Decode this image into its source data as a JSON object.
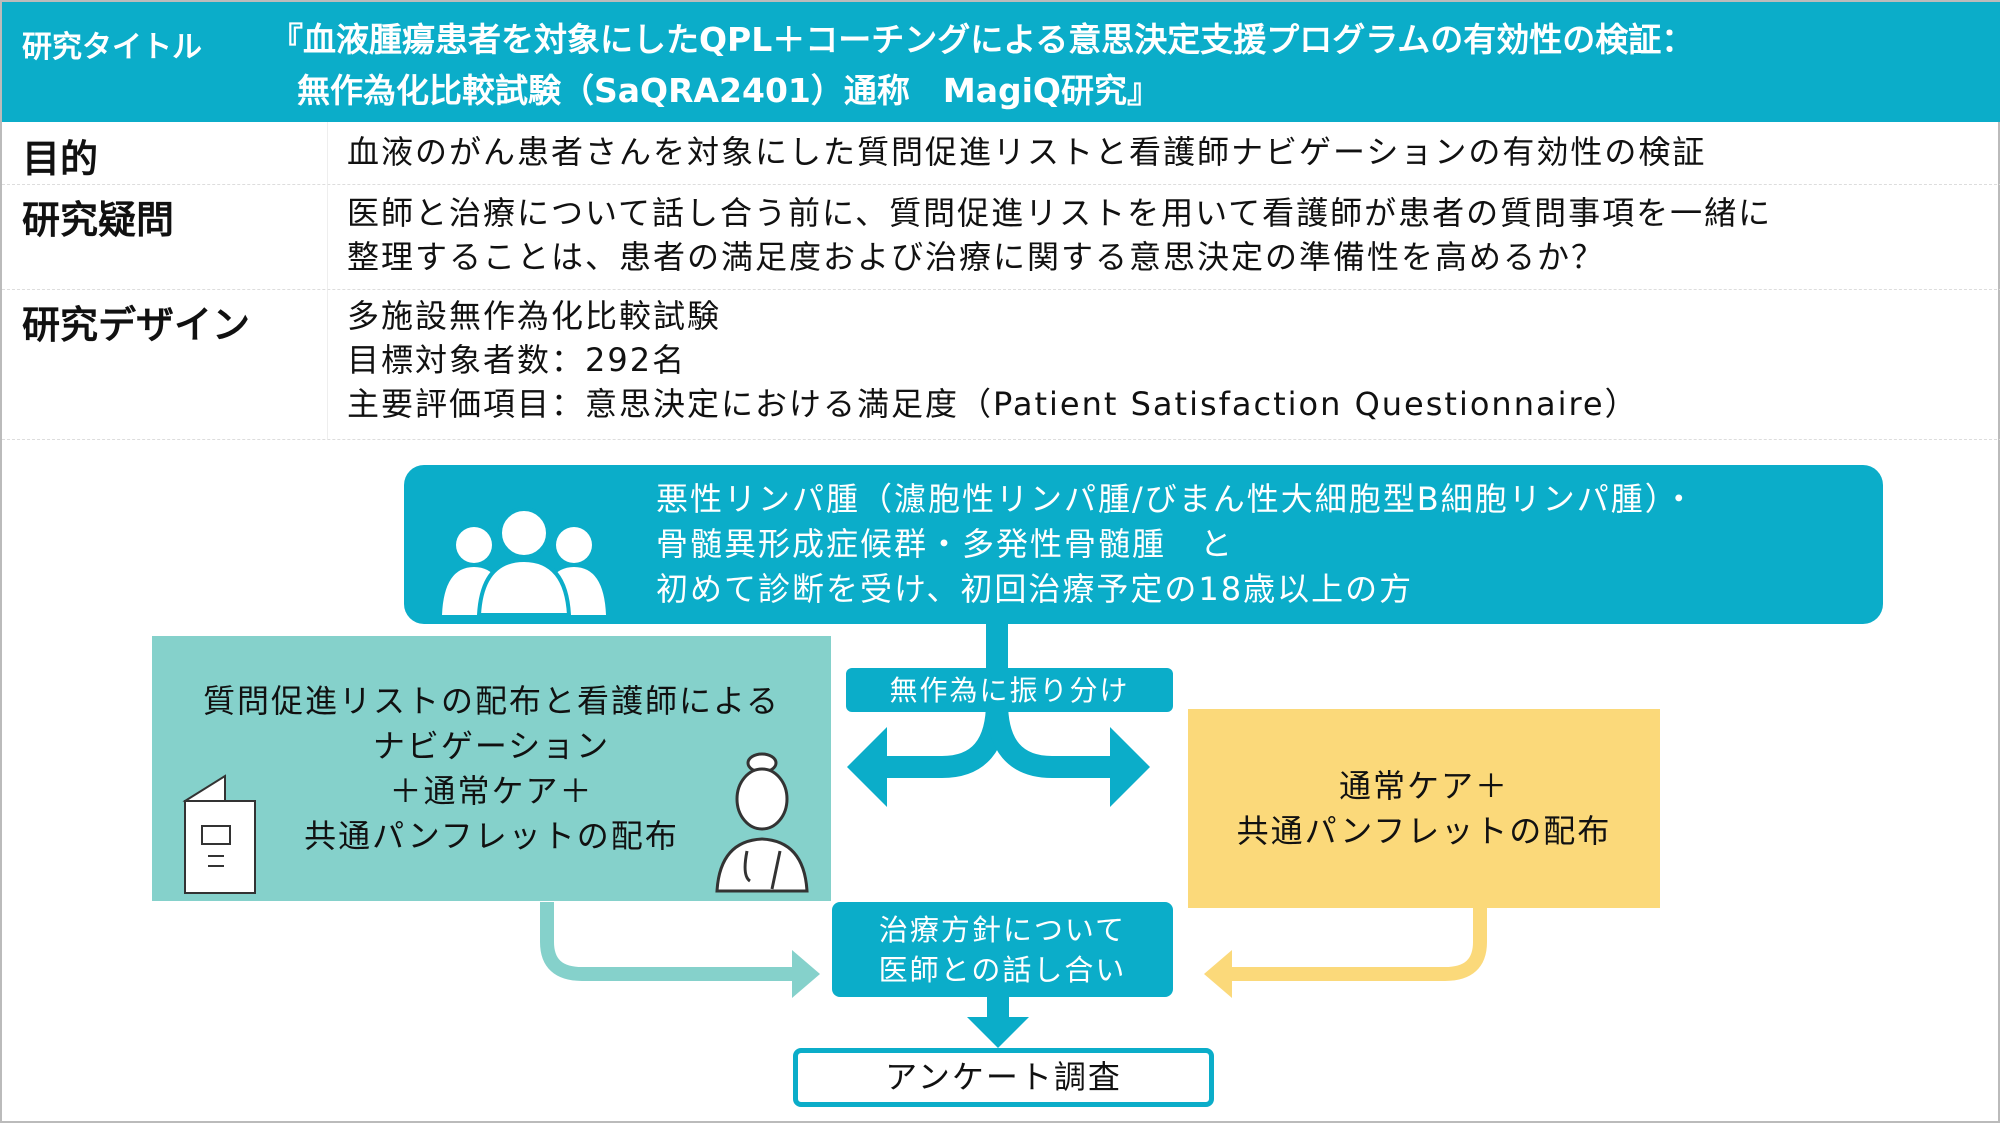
{
  "header": {
    "label": "研究タイトル",
    "title_line1": "『血液腫瘍患者を対象にしたQPL＋コーチングによる意思決定支援プログラムの有効性の検証：",
    "title_line2": "無作為化比較試験（SaQRA2401）通称　MagiQ研究』"
  },
  "rows": [
    {
      "label": "目的",
      "lines": [
        "血液のがん患者さんを対象にした質問促進リストと看護師ナビゲーションの有効性の検証"
      ]
    },
    {
      "label": "研究疑問",
      "lines": [
        "医師と治療について話し合う前に、質問促進リストを用いて看護師が患者の質問事項を一緒に",
        "整理することは、患者の満足度および治療に関する意思決定の準備性を高めるか？"
      ]
    },
    {
      "label": "研究デザイン",
      "lines": [
        "多施設無作為化比較試験",
        "目標対象者数：292名",
        "主要評価項目：意思決定における満足度（Patient Satisfaction Questionnaire）"
      ]
    }
  ],
  "flow": {
    "population": [
      "悪性リンパ腫（濾胞性リンパ腫/びまん性大細胞型B細胞リンパ腫）・",
      "骨髄異形成症候群・多発性骨髄腫　と",
      "初めて診断を受け、初回治療予定の18歳以上の方"
    ],
    "randomize": "無作為に振り分け",
    "intervention": [
      "質問促進リストの配布と看護師による",
      "ナビゲーション",
      "＋通常ケア＋",
      "共通パンフレットの配布"
    ],
    "control": [
      "通常ケア＋",
      "共通パンフレットの配布"
    ],
    "discussion": [
      "治療方針について",
      "医師との話し合い"
    ],
    "survey": "アンケート調査"
  },
  "colors": {
    "teal": "#0badc9",
    "green": "#85d1cb",
    "yellow": "#fbd97a"
  }
}
